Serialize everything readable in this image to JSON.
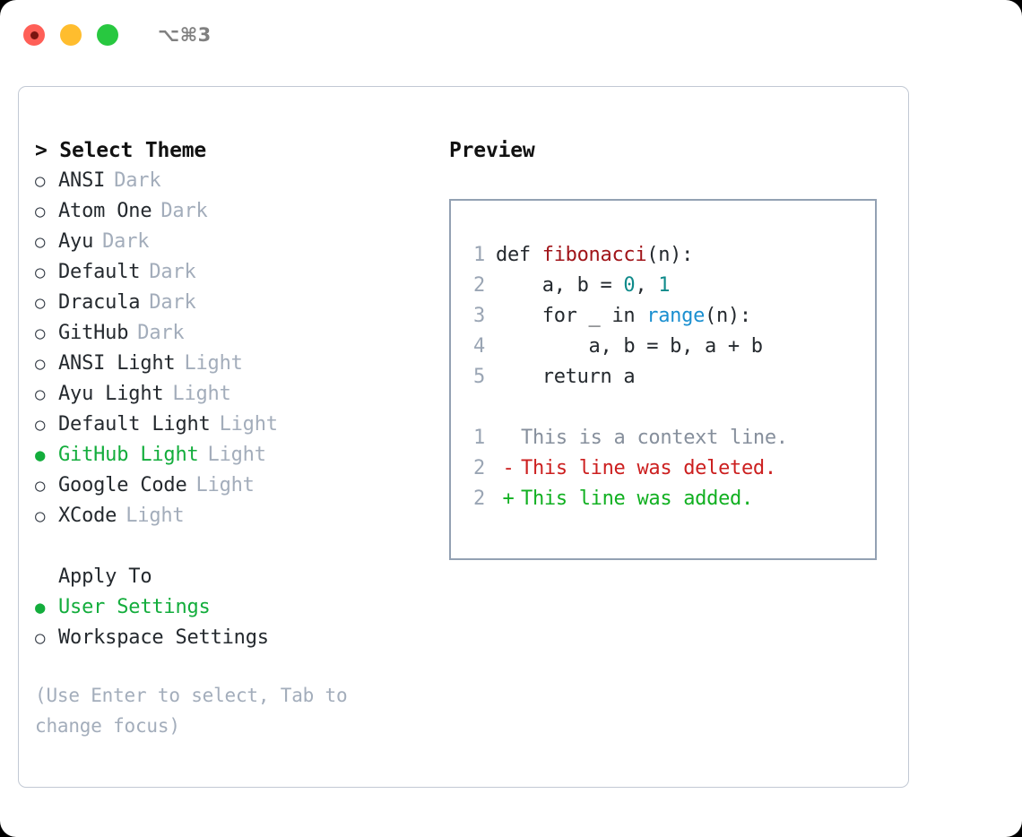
{
  "window": {
    "shortcut": "⌥⌘3",
    "traffic_lights": [
      {
        "name": "close",
        "color": "#ff5f57"
      },
      {
        "name": "minimize",
        "color": "#ffbd2e"
      },
      {
        "name": "maximize",
        "color": "#28c840"
      }
    ]
  },
  "theme_panel": {
    "heading": "> Select Theme",
    "bullet_unselected": "○",
    "bullet_selected": "●",
    "items": [
      {
        "name": "ANSI",
        "tag": "Dark",
        "selected": false
      },
      {
        "name": "Atom One",
        "tag": "Dark",
        "selected": false
      },
      {
        "name": "Ayu",
        "tag": "Dark",
        "selected": false
      },
      {
        "name": "Default",
        "tag": "Dark",
        "selected": false
      },
      {
        "name": "Dracula",
        "tag": "Dark",
        "selected": false
      },
      {
        "name": "GitHub",
        "tag": "Dark",
        "selected": false
      },
      {
        "name": "ANSI Light",
        "tag": "Light",
        "selected": false
      },
      {
        "name": "Ayu Light",
        "tag": "Light",
        "selected": false
      },
      {
        "name": "Default Light",
        "tag": "Light",
        "selected": false
      },
      {
        "name": "GitHub Light",
        "tag": "Light",
        "selected": true
      },
      {
        "name": "Google Code",
        "tag": "Light",
        "selected": false
      },
      {
        "name": "XCode",
        "tag": "Light",
        "selected": false
      }
    ]
  },
  "apply_to": {
    "heading": "Apply To",
    "items": [
      {
        "name": "User Settings",
        "selected": true
      },
      {
        "name": "Workspace Settings",
        "selected": false
      }
    ]
  },
  "hint": "(Use Enter to select, Tab to change focus)",
  "preview": {
    "heading": "Preview",
    "code_lines": [
      {
        "num": "1",
        "tokens": [
          {
            "text": "def ",
            "kind": "plain"
          },
          {
            "text": "fibonacci",
            "kind": "fn"
          },
          {
            "text": "(n):",
            "kind": "plain"
          }
        ]
      },
      {
        "num": "2",
        "tokens": [
          {
            "text": "    a, b = ",
            "kind": "plain"
          },
          {
            "text": "0",
            "kind": "num"
          },
          {
            "text": ", ",
            "kind": "plain"
          },
          {
            "text": "1",
            "kind": "num"
          }
        ]
      },
      {
        "num": "3",
        "tokens": [
          {
            "text": "    for _ in ",
            "kind": "plain"
          },
          {
            "text": "range",
            "kind": "call"
          },
          {
            "text": "(n):",
            "kind": "plain"
          }
        ]
      },
      {
        "num": "4",
        "tokens": [
          {
            "text": "        a, b = b, a + b",
            "kind": "plain"
          }
        ]
      },
      {
        "num": "5",
        "tokens": [
          {
            "text": "    return a",
            "kind": "plain"
          }
        ]
      }
    ],
    "diff_lines": [
      {
        "num": "1",
        "mark": "",
        "text": "This is a context line.",
        "kind": "ctx"
      },
      {
        "num": "2",
        "mark": "-",
        "text": "This line was deleted.",
        "kind": "del"
      },
      {
        "num": "2",
        "mark": "+",
        "text": "This line was added.",
        "kind": "add"
      }
    ]
  },
  "colors": {
    "accent_green": "#13ad3c",
    "muted": "#a3adbb",
    "fn_red": "#a01419",
    "num_teal": "#0f8a8a",
    "call_blue": "#1a8fd0",
    "diff_del": "#cc1f1f",
    "diff_add": "#11b021"
  }
}
